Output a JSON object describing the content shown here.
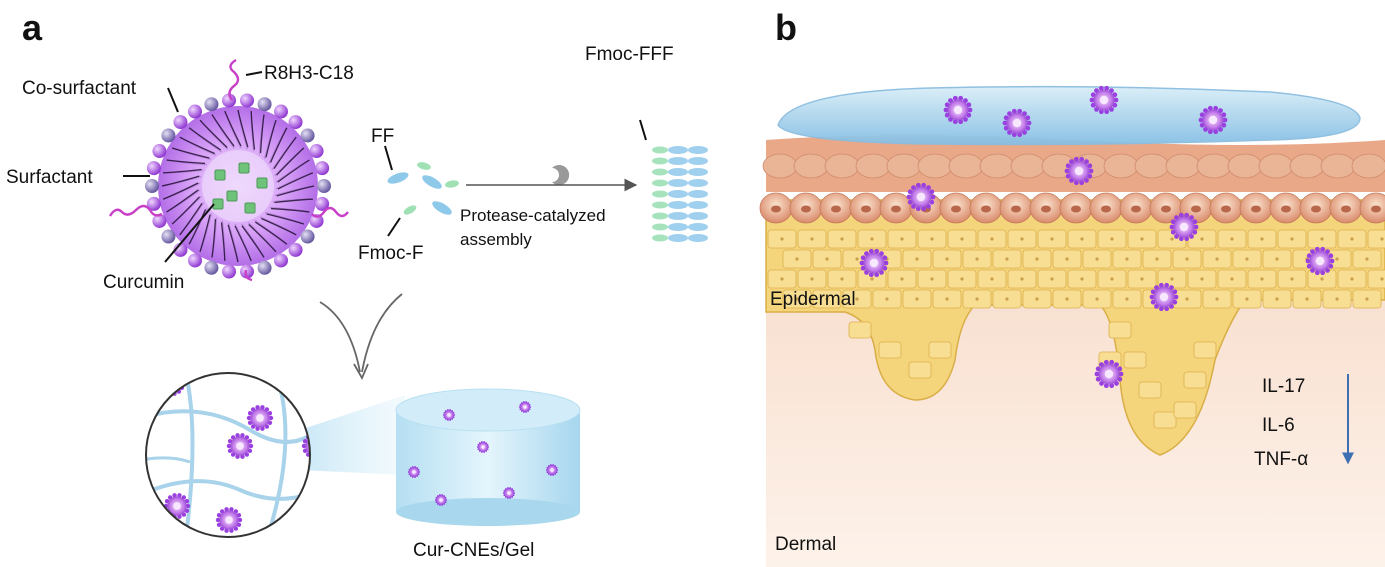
{
  "panel_a": {
    "panel_letter": "a",
    "labels": {
      "r8h3": "R8H3-C18",
      "cosurfactant": "Co-surfactant",
      "surfactant": "Surfactant",
      "curcumin": "Curcumin",
      "ff": "FF",
      "fmoc_f": "Fmoc-F",
      "fmoc_fff": "Fmoc-FFF",
      "protease_line1": "Protease-catalyzed",
      "protease_line2": "assembly",
      "gel": "Cur-CNEs/Gel"
    }
  },
  "panel_b": {
    "panel_letter": "b",
    "labels": {
      "epidermal": "Epidermal",
      "dermal": "Dermal",
      "il17": "IL-17",
      "il6": "IL-6",
      "tnf": "TNF-α"
    }
  },
  "colors": {
    "micelle_purple": "#a455e6",
    "tail_purple": "#c83fc8",
    "hydrogel_blue": "#9fd0ea",
    "curcumin_green": "#6fc27a",
    "skin_pink": "#f6d9c7",
    "epidermis_yellow": "#f2d072",
    "arrow_blue": "#3f6fb3"
  }
}
